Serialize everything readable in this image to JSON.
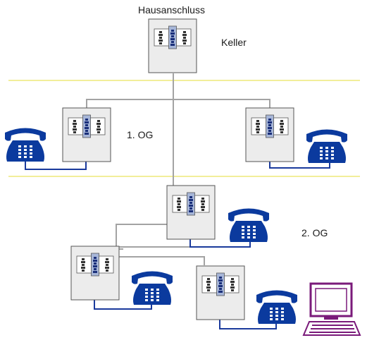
{
  "labels": {
    "house_connection": "Hausanschluss",
    "cellar": "Keller",
    "first_floor": "1. OG",
    "second_floor": "2. OG"
  },
  "colors": {
    "background": "#ffffff",
    "box_fill": "#ececec",
    "box_border": "#555555",
    "line_gray": "#a3a3a3",
    "line_blue": "#1a3a9c",
    "phone_blue": "#0b3a9e",
    "floor_line": "#f2ee9a",
    "computer_purple": "#7a1a7a"
  },
  "icons": {
    "socket": "tae-socket-icon",
    "phone": "telephone-icon",
    "computer": "computer-icon"
  }
}
